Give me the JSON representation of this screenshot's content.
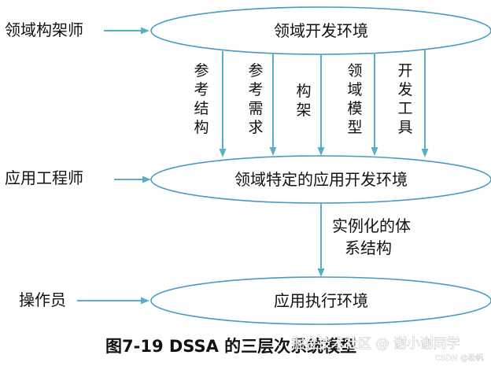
{
  "roles": {
    "architect": "领域构架师",
    "app_engineer": "应用工程师",
    "operator": "操作员"
  },
  "environments": {
    "domain_dev_env": "领域开发环境",
    "domain_specific_app_dev_env": "领域特定的应用开发环境",
    "app_execution_env": "应用执行环境"
  },
  "flows": [
    {
      "id": "ref-structure",
      "label": "参考结构"
    },
    {
      "id": "ref-requirements",
      "label": "参考需求"
    },
    {
      "id": "architecture",
      "label": "构架"
    },
    {
      "id": "domain-model",
      "label": "领域模型"
    },
    {
      "id": "dev-tools",
      "label": "开发工具"
    }
  ],
  "middle_flow": {
    "line1": "实例化的体",
    "line2": "系结构"
  },
  "caption": "图7-19 DSSA 的三层次系统模型",
  "watermark": {
    "main": "掘金技术社区 @ 谢小谢同学",
    "small": "CSDN @杨帆"
  },
  "colors": {
    "arrow": "#5aaecc",
    "ellipse_stroke": "#4a9bbf",
    "text": "#111111"
  }
}
